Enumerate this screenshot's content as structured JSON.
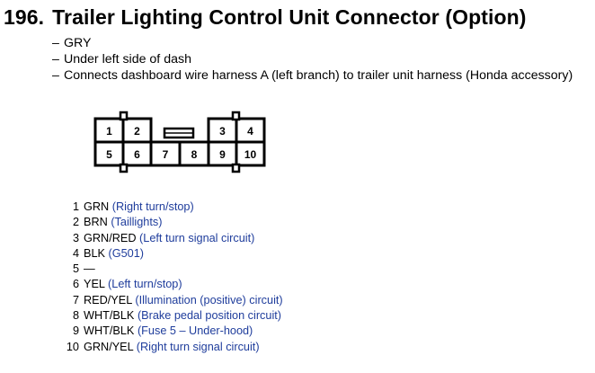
{
  "title": {
    "number": "196.",
    "text": "Trailer Lighting Control Unit Connector (Option)"
  },
  "notes": [
    "GRY",
    "Under left side of dash",
    "Connects dashboard wire harness A (left branch) to trailer unit harness (Honda accessory)"
  ],
  "connector": {
    "top_row": [
      "1",
      "2",
      "",
      "",
      "3",
      "4"
    ],
    "bottom_row": [
      "5",
      "6",
      "7",
      "8",
      "9",
      "10"
    ]
  },
  "pins": [
    {
      "num": "1",
      "wire": "GRN",
      "desc": "(Right turn/stop)"
    },
    {
      "num": "2",
      "wire": "BRN",
      "desc": "(Taillights)"
    },
    {
      "num": "3",
      "wire": "GRN/RED",
      "desc": "(Left turn signal circuit)"
    },
    {
      "num": "4",
      "wire": "BLK",
      "desc": "(G501)"
    },
    {
      "num": "5",
      "wire": "—",
      "desc": ""
    },
    {
      "num": "6",
      "wire": "YEL",
      "desc": "(Left turn/stop)"
    },
    {
      "num": "7",
      "wire": "RED/YEL",
      "desc": "(Illumination (positive) circuit)"
    },
    {
      "num": "8",
      "wire": "WHT/BLK",
      "desc": "(Brake pedal position circuit)"
    },
    {
      "num": "9",
      "wire": "WHT/BLK",
      "desc": "(Fuse 5 – Under-hood)"
    },
    {
      "num": "10",
      "wire": "GRN/YEL",
      "desc": "(Right turn signal circuit)"
    }
  ],
  "colors": {
    "description_text": "#1f3d9c"
  }
}
